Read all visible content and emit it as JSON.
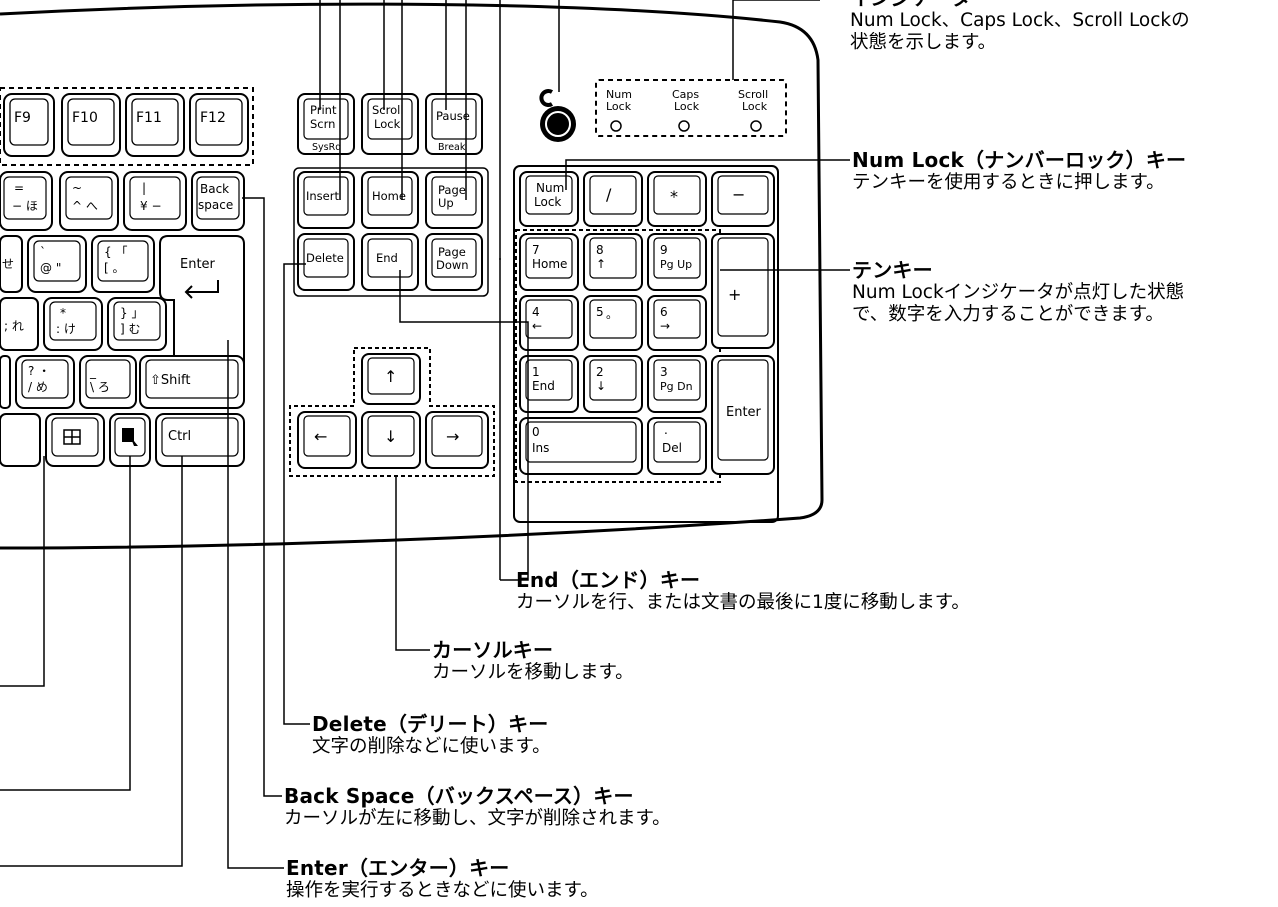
{
  "keys": {
    "f9": "F9",
    "f10": "F10",
    "f11": "F11",
    "f12": "F12",
    "print_top": "Print",
    "print_mid": "Scrn",
    "print_sub": "SysRq",
    "scroll_top": "Scroll",
    "scroll_mid": "Lock",
    "pause_top": "Pause",
    "pause_sub": "Break",
    "insert": "Insert",
    "home": "Home",
    "pageup_a": "Page",
    "pageup_b": "Up",
    "delete": "Delete",
    "end": "End",
    "pagedown_a": "Page",
    "pagedown_b": "Down",
    "numlock_a": "Num",
    "numlock_b": "Lock",
    "slash": "/",
    "star": "*",
    "minus": "−",
    "plus": "+",
    "enter_pad": "Enter",
    "n7": "7",
    "n7s": "Home",
    "n8": "8",
    "n8s": "↑",
    "n9": "9",
    "n9s": "Pg Up",
    "n4": "4",
    "n4s": "←",
    "n5": "5",
    "n5s": "。",
    "n6": "6",
    "n6s": "→",
    "n1": "1",
    "n1s": "End",
    "n2": "2",
    "n2s": "↓",
    "n3": "3",
    "n3s": "Pg Dn",
    "n0": "0",
    "n0s": "Ins",
    "dot": ".",
    "dots": "Del",
    "back_a": "Back",
    "back_b": "space",
    "enter": "Enter",
    "shift": "⇧Shift",
    "ctrl": "Ctrl",
    "eq_top": "=",
    "eq_bot": "− ほ",
    "tilde_top": "~",
    "tilde_bot": "^ へ",
    "yen_top": "|",
    "yen_bot": "¥ −",
    "at_top": "`",
    "at_bot": "@ \"",
    "br_top": "{ 「",
    "br_bot": "[ 。",
    "colon_top": "*",
    "colon_bot": ": け",
    "rbr_top": "} 」",
    "rbr_bot": "] む",
    "q_top": "? ・",
    "q_bot": "/ め",
    "ro_top": "_",
    "ro_bot": "\\ ろ",
    "se": "せ",
    "re": "; れ",
    "arrow_up": "↑",
    "arrow_left": "←",
    "arrow_down": "↓",
    "arrow_right": "→"
  },
  "indicators": {
    "num_a": "Num",
    "num_b": "Lock",
    "caps_a": "Caps",
    "caps_b": "Lock",
    "scroll_a": "Scroll",
    "scroll_b": "Lock"
  },
  "callouts": {
    "indicator": {
      "title": "インジケータ",
      "desc1": "Num Lock、Caps Lock、Scroll Lockの",
      "desc2": "状態を示します。"
    },
    "numlock": {
      "title": "Num Lock（ナンバーロック）キー",
      "desc1": "テンキーを使用するときに押します。"
    },
    "tenkey": {
      "title": "テンキー",
      "desc1": "Num Lockインジケータが点灯した状態",
      "desc2": "で、数字を入力することができます。"
    },
    "end": {
      "title": "End（エンド）キー",
      "desc1": "カーソルを行、または文書の最後に1度に移動します。"
    },
    "cursor": {
      "title": "カーソルキー",
      "desc1": "カーソルを移動します。"
    },
    "delete": {
      "title": "Delete（デリート）キー",
      "desc1": "文字の削除などに使います。"
    },
    "backspace": {
      "title": "Back Space（バックスペース）キー",
      "desc1": "カーソルが左に移動し、文字が削除されます。"
    },
    "enter": {
      "title": "Enter（エンター）キー",
      "desc1": "操作を実行するときなどに使います。"
    }
  }
}
